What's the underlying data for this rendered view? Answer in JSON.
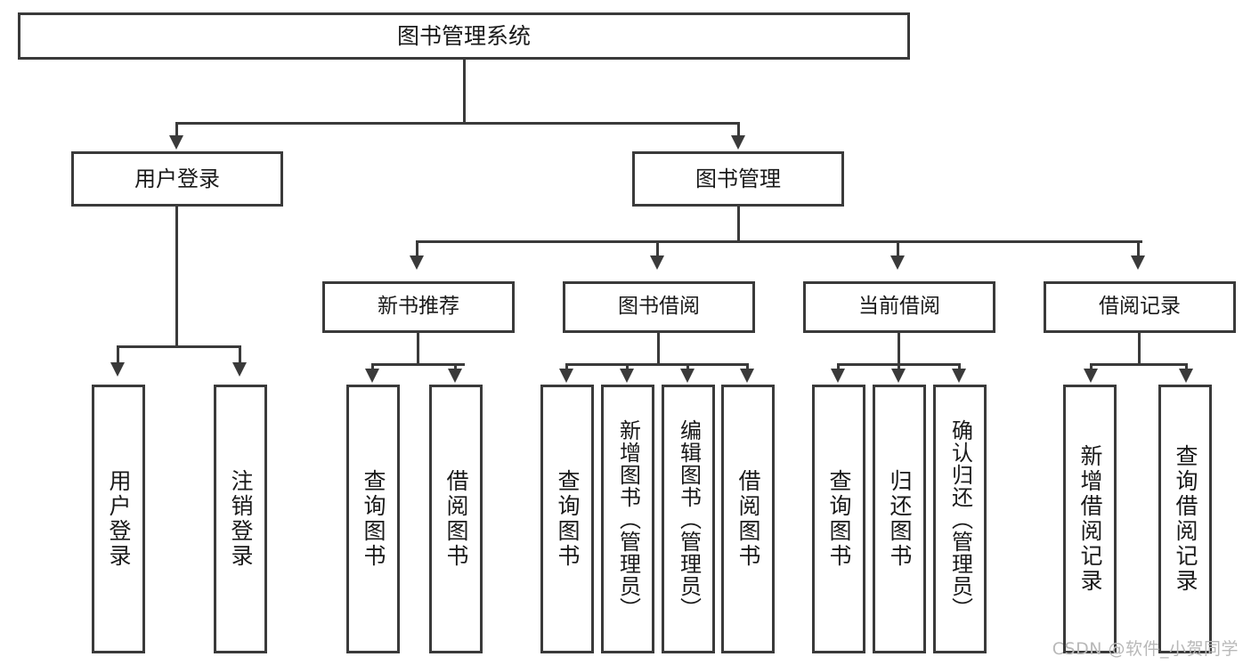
{
  "diagram": {
    "title": "图书管理系统",
    "watermark": "CSDN @软件_小贺同学",
    "root": {
      "label": "图书管理系统"
    },
    "level1": [
      {
        "label": "用户登录"
      },
      {
        "label": "图书管理"
      }
    ],
    "level2": [
      {
        "label": "新书推荐"
      },
      {
        "label": "图书借阅"
      },
      {
        "label": "当前借阅"
      },
      {
        "label": "借阅记录"
      }
    ],
    "leaves": {
      "user_login": [
        {
          "label": "用户登录"
        },
        {
          "label": "注销登录"
        }
      ],
      "new_book_recommend": [
        {
          "label": "查询图书"
        },
        {
          "label": "借阅图书"
        }
      ],
      "book_borrow": [
        {
          "label": "查询图书"
        },
        {
          "label": "新增图书（管理员）"
        },
        {
          "label": "编辑图书（管理员）"
        },
        {
          "label": "借阅图书"
        }
      ],
      "current_borrow": [
        {
          "label": "查询图书"
        },
        {
          "label": "归还图书"
        },
        {
          "label": "确认归还（管理员）"
        }
      ],
      "borrow_record": [
        {
          "label": "新增借阅记录"
        },
        {
          "label": "查询借阅记录"
        }
      ]
    },
    "colors": {
      "stroke": "#3a3a3a",
      "background": "#ffffff",
      "text": "#1a1a1a",
      "watermark": "#b8b8b8"
    }
  }
}
